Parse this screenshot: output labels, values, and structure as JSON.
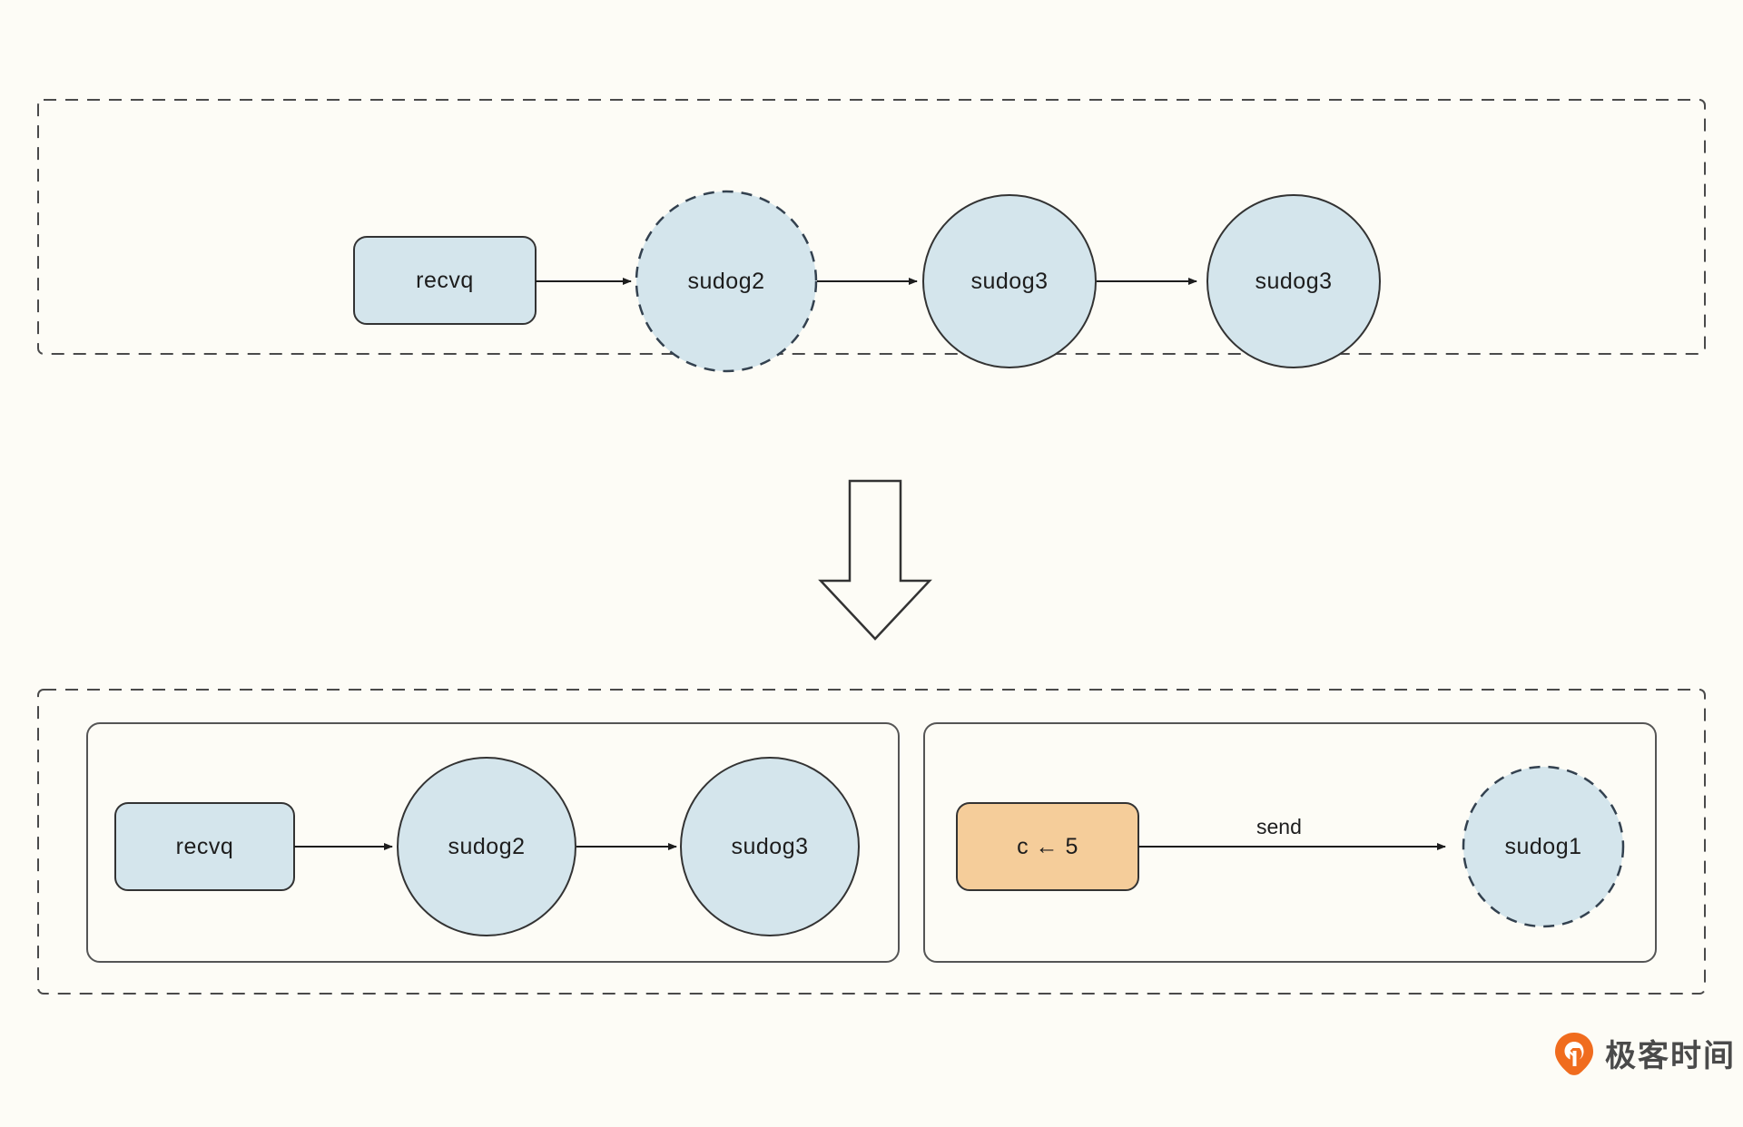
{
  "diagram": {
    "title_visible": false,
    "background_color": "#fdfcf6",
    "node_fill_blue": "#d4e5ec",
    "node_fill_orange": "#f5cd9a",
    "node_stroke": "#333333",
    "dashed_stroke": "#2f4f6f",
    "container_stroke": "#777777",
    "top_panel": {
      "name": "before-state-panel",
      "nodes": [
        {
          "id": "recvq-top",
          "label": "recvq",
          "shape": "rounded-rect",
          "style": "solid",
          "fill": "blue"
        },
        {
          "id": "sudog2-top",
          "label": "sudog2",
          "shape": "circle",
          "style": "dashed",
          "fill": "blue"
        },
        {
          "id": "sudog3a-top",
          "label": "sudog3",
          "shape": "circle",
          "style": "solid",
          "fill": "blue"
        },
        {
          "id": "sudog3b-top",
          "label": "sudog3",
          "shape": "circle",
          "style": "solid",
          "fill": "blue"
        }
      ],
      "edges": [
        {
          "from": "recvq-top",
          "to": "sudog2-top",
          "label": ""
        },
        {
          "from": "sudog2-top",
          "to": "sudog3a-top",
          "label": ""
        },
        {
          "from": "sudog3a-top",
          "to": "sudog3b-top",
          "label": ""
        }
      ]
    },
    "transition_arrow": {
      "name": "down-arrow",
      "direction": "down"
    },
    "bottom_panel": {
      "name": "after-state-panel",
      "groups": [
        {
          "id": "queue-group",
          "name": "recv-queue-group",
          "nodes": [
            {
              "id": "recvq-bottom",
              "label": "recvq",
              "shape": "rounded-rect",
              "style": "solid",
              "fill": "blue"
            },
            {
              "id": "sudog2-bottom",
              "label": "sudog2",
              "shape": "circle",
              "style": "solid",
              "fill": "blue"
            },
            {
              "id": "sudog3-bottom",
              "label": "sudog3",
              "shape": "circle",
              "style": "solid",
              "fill": "blue"
            }
          ],
          "edges": [
            {
              "from": "recvq-bottom",
              "to": "sudog2-bottom",
              "label": ""
            },
            {
              "from": "sudog2-bottom",
              "to": "sudog3-bottom",
              "label": ""
            }
          ]
        },
        {
          "id": "send-group",
          "name": "send-operation-group",
          "nodes": [
            {
              "id": "send-op",
              "label": "c ← 5",
              "shape": "rounded-rect",
              "style": "solid",
              "fill": "orange"
            },
            {
              "id": "sudog1",
              "label": "sudog1",
              "shape": "circle",
              "style": "dashed",
              "fill": "blue"
            }
          ],
          "edges": [
            {
              "from": "send-op",
              "to": "sudog1",
              "label": "send"
            }
          ]
        }
      ]
    }
  },
  "watermark": {
    "text": "极客时间",
    "logo_color": "#f06c1e"
  }
}
